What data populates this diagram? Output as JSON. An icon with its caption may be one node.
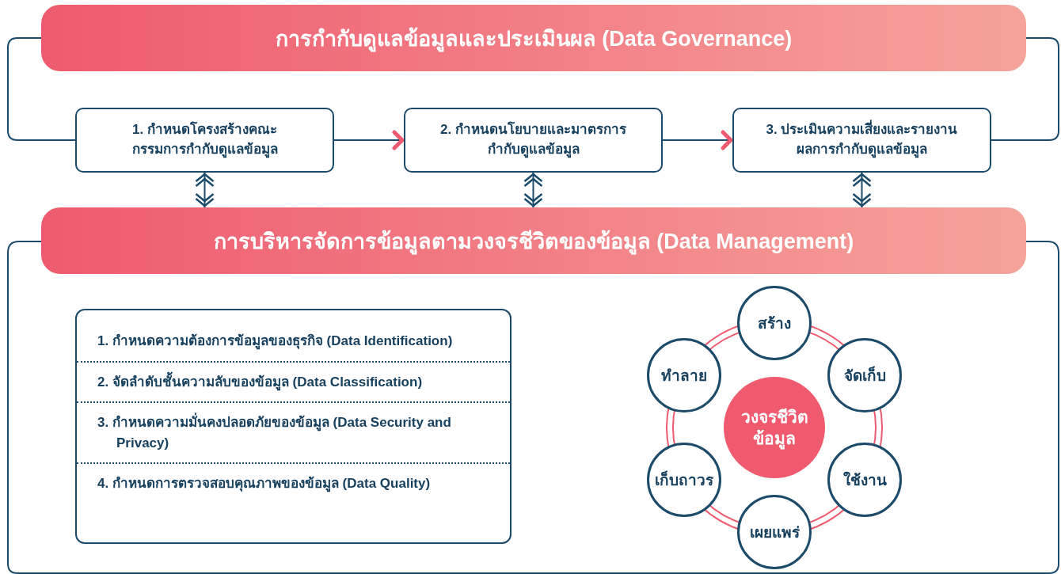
{
  "diagram": {
    "nodes": [
      {
        "text": [
          "การกำกับดูแลข้อมูลและประเมินผล (Data Governance)"
        ]
      },
      {
        "text": [
          "1. กำหนดโครงสร้างคณะกรรมการกำกับดูแลข้อมูล"
        ]
      },
      {
        "text": [
          "2. กำหนดนโยบายและมาตรการกำกับดูแลข้อมูล"
        ]
      },
      {
        "text": [
          "3. ประเมินความเสี่ยงและรายงานผลการกำกับดูแลข้อมูล"
        ]
      },
      {
        "text": [
          "การบริหารจัดการข้อมูลตามวงจรชีวิตของข้อมูล (Data Management)"
        ]
      },
      {
        "text": [
          "1. กำหนดความต้องการข้อมูลของธุรกิจ (Data Identification)",
          "2. จัดลำดับชั้นความลับของข้อมูล (Data Classification)",
          "3. กำหนดความมั่นคงปลอดภัยของข้อมูล (Data Security and Privacy)",
          "4. กำหนดการตรวจสอบคุณภาพของข้อมูล (Data Quality)"
        ]
      },
      {
        "text": [
          "วงจรชีวิตข้อมูล"
        ]
      },
      {
        "text": [
          "สร้าง"
        ]
      },
      {
        "text": [
          "จัดเก็บ"
        ]
      },
      {
        "text": [
          "ใช้งาน"
        ]
      },
      {
        "text": [
          "เผยแพร่"
        ]
      },
      {
        "text": [
          "เก็บถาวร"
        ]
      },
      {
        "text": [
          "ทำลาย"
        ]
      }
    ],
    "edges": [
      {
        "from": 1,
        "to": 2,
        "arrow": "to",
        "color": "#1b4a6b"
      },
      {
        "from": 2,
        "to": 3,
        "arrow": "to",
        "color": "#1b4a6b"
      },
      {
        "from": 0,
        "to": 1,
        "arrow": "none",
        "color": "#1b4a6b"
      },
      {
        "from": 0,
        "to": 3,
        "arrow": "none",
        "color": "#1b4a6b"
      },
      {
        "from": 1,
        "to": 4,
        "arrow": "both",
        "color": "#1b4a6b"
      },
      {
        "from": 2,
        "to": 4,
        "arrow": "both",
        "color": "#1b4a6b"
      },
      {
        "from": 3,
        "to": 4,
        "arrow": "both",
        "color": "#1b4a6b"
      },
      {
        "from": 7,
        "to": 8,
        "arrow": "none",
        "color": "#ee5a6f"
      },
      {
        "from": 8,
        "to": 9,
        "arrow": "none",
        "color": "#ee5a6f"
      },
      {
        "from": 9,
        "to": 10,
        "arrow": "none",
        "color": "#ee5a6f"
      },
      {
        "from": 10,
        "to": 11,
        "arrow": "none",
        "color": "#ee5a6f"
      },
      {
        "from": 11,
        "to": 12,
        "arrow": "none",
        "color": "#ee5a6f"
      },
      {
        "from": 12,
        "to": 7,
        "arrow": "none",
        "color": "#ee5a6f"
      }
    ]
  }
}
